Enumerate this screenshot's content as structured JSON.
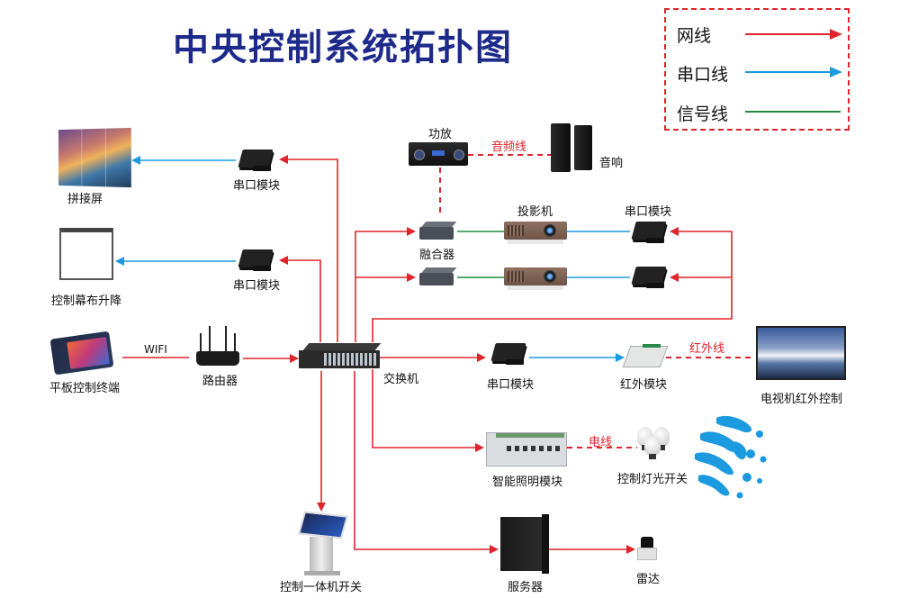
{
  "title": "中央控制系统拓扑图",
  "legend": {
    "items": [
      {
        "label": "网线",
        "type": "arrow",
        "color": "#e0242c"
      },
      {
        "label": "串口线",
        "type": "arrow",
        "color": "#1b9ae0"
      },
      {
        "label": "信号线",
        "type": "line",
        "color": "#1f8a3a"
      }
    ]
  },
  "colors": {
    "network": "#e0242c",
    "serial": "#1b9ae0",
    "signal": "#1f8a3a",
    "title": "#1d2a8a",
    "logo": "#1b9ae0"
  },
  "devices": {
    "video_wall": "拼接屏",
    "serial_module_1": "串口模块",
    "projection_screen": "控制幕布升降",
    "serial_module_2": "串口模块",
    "tablet": "平板控制终端",
    "router": "路由器",
    "switch": "交换机",
    "amplifier": "功放",
    "speakers": "音响",
    "fusion_box": "融合器",
    "projector": "投影机",
    "serial_module_3": "串口模块",
    "serial_module_4": "串口模块",
    "ir_module": "红外模块",
    "tv": "电视机红外控制",
    "lighting_module": "智能照明模块",
    "bulbs": "控制灯光开关",
    "kiosk": "控制一体机开关",
    "server": "服务器",
    "radar": "雷达"
  },
  "link_labels": {
    "wifi": "WIFI",
    "audio": "音频线",
    "infrared": "红外线",
    "power": "电线"
  }
}
